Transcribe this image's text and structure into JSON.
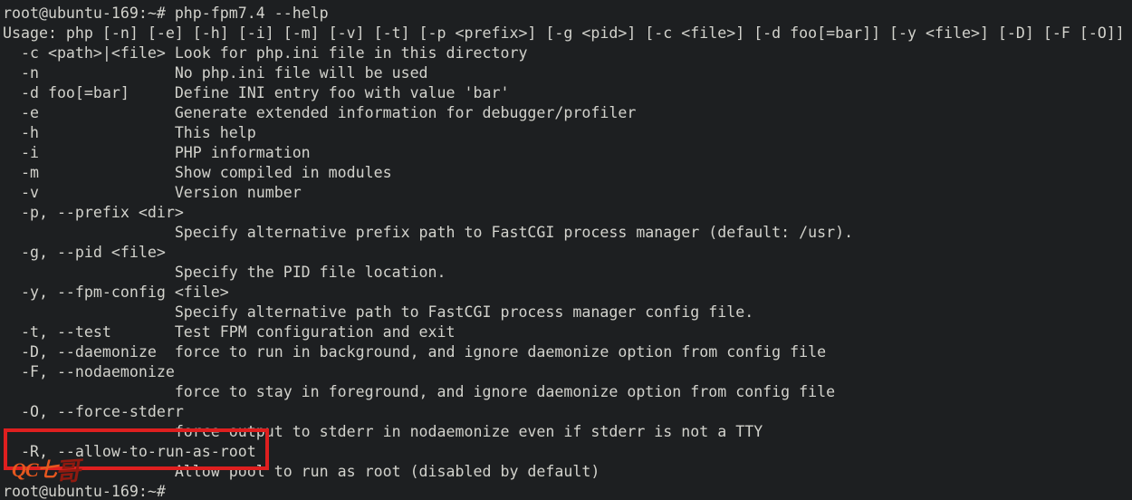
{
  "terminal": {
    "description": "php-fpm7.4 --help output in a dark terminal",
    "colors": {
      "background": "#1d1f21",
      "text": "#d2d2cc",
      "highlight_border": "#de1f1f",
      "watermark_primary": "#e5571f",
      "watermark_secondary": "#8f1a10"
    },
    "highlighted_option": "-R, --allow-to-run-as-root",
    "watermark": {
      "text_latin": "QC七",
      "text_han": "哥"
    },
    "lines": [
      "root@ubuntu-169:~# php-fpm7.4 --help",
      "Usage: php [-n] [-e] [-h] [-i] [-m] [-v] [-t] [-p <prefix>] [-g <pid>] [-c <file>] [-d foo[=bar]] [-y <file>] [-D] [-F [-O]]",
      "  -c <path>|<file> Look for php.ini file in this directory",
      "  -n               No php.ini file will be used",
      "  -d foo[=bar]     Define INI entry foo with value 'bar'",
      "  -e               Generate extended information for debugger/profiler",
      "  -h               This help",
      "  -i               PHP information",
      "  -m               Show compiled in modules",
      "  -v               Version number",
      "  -p, --prefix <dir>",
      "                   Specify alternative prefix path to FastCGI process manager (default: /usr).",
      "  -g, --pid <file>",
      "                   Specify the PID file location.",
      "  -y, --fpm-config <file>",
      "                   Specify alternative path to FastCGI process manager config file.",
      "  -t, --test       Test FPM configuration and exit",
      "  -D, --daemonize  force to run in background, and ignore daemonize option from config file",
      "  -F, --nodaemonize",
      "                   force to stay in foreground, and ignore daemonize option from config file",
      "  -O, --force-stderr",
      "                   force output to stderr in nodaemonize even if stderr is not a TTY",
      "  -R, --allow-to-run-as-root",
      "                   Allow pool to run as root (disabled by default)",
      "root@ubuntu-169:~# "
    ]
  }
}
